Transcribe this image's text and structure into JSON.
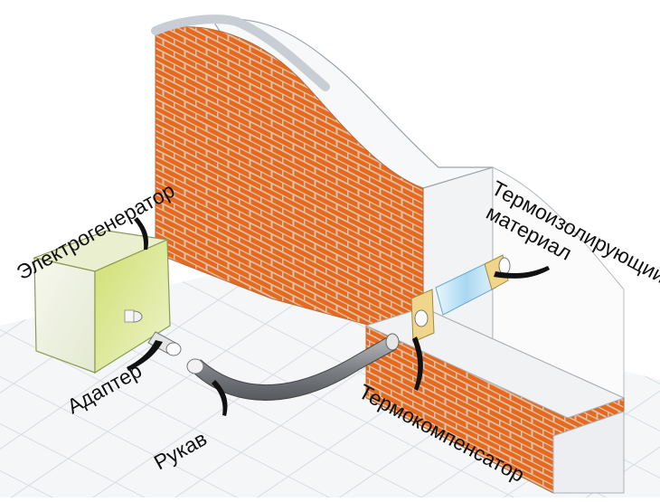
{
  "labels": {
    "generator": "Электрогенератор",
    "adapter": "Адаптер",
    "sleeve": "Рукав",
    "compensator": "Термокомпенсатор",
    "insulation_line1": "Термоизолирующий",
    "insulation_line2": "материал"
  },
  "colors": {
    "brick": "#e8681e",
    "mortar": "#d9c3a8",
    "generator": "#c8dc5c",
    "sleeve": "#8a8d90",
    "insulation": "#b5dcf2",
    "compensator": "#f0d68a",
    "floor_grid": "#dfe3e8"
  },
  "icons": [
    "generator-icon",
    "adapter-icon",
    "sleeve-icon",
    "compensator-icon",
    "insulation-icon",
    "pointer-icon"
  ]
}
